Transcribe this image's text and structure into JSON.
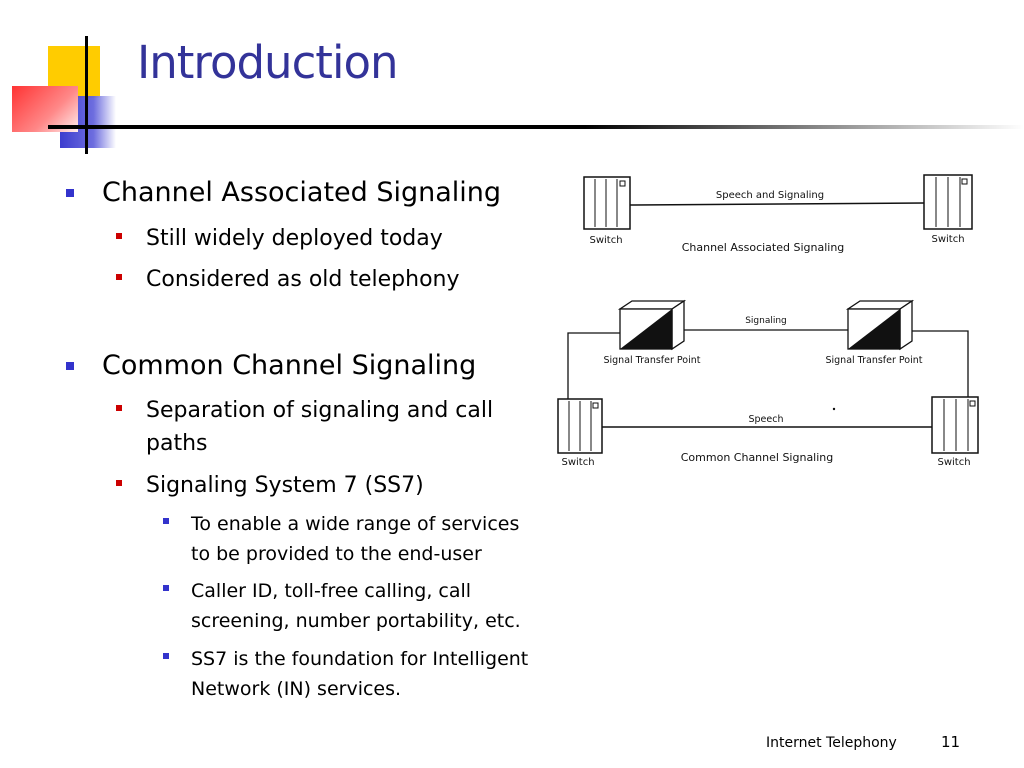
{
  "slide": {
    "title": "Introduction",
    "bullets": [
      {
        "text": "Channel Associated Signaling",
        "sub": [
          "Still widely deployed today",
          "Considered as old telephony"
        ]
      },
      {
        "text": "Common Channel Signaling",
        "sub": [
          {
            "line1": "Separation of signaling and call",
            "line2": "paths"
          },
          {
            "text": "Signaling System 7 (SS7)"
          }
        ],
        "subsub": [
          {
            "line1": "To enable a wide range of services",
            "line2": "to be provided to the end-user"
          },
          {
            "line1": "Caller ID, toll-free calling, call",
            "line2": "screening, number portability, etc."
          },
          {
            "line1": "SS7 is the foundation for Intelligent",
            "line2": "Network (IN) services."
          }
        ]
      }
    ]
  },
  "diagram": {
    "cas": {
      "link_label": "Speech and Signaling",
      "caption": "Channel Associated Signaling",
      "left_switch": "Switch",
      "right_switch": "Switch"
    },
    "ccs": {
      "signaling_label": "Signaling",
      "speech_label": "Speech",
      "caption": "Common Channel Signaling",
      "stp_left": "Signal Transfer Point",
      "stp_right": "Signal Transfer Point",
      "left_switch": "Switch",
      "right_switch": "Switch"
    }
  },
  "footer": {
    "label": "Internet Telephony",
    "page": "11"
  },
  "colors": {
    "title": "#333399",
    "level1_bullet": "#3333cc",
    "level2_bullet": "#cc0000",
    "deco_yellow": "#ffcc00",
    "deco_blue": "#3333cc",
    "deco_red": "#ff3333"
  }
}
